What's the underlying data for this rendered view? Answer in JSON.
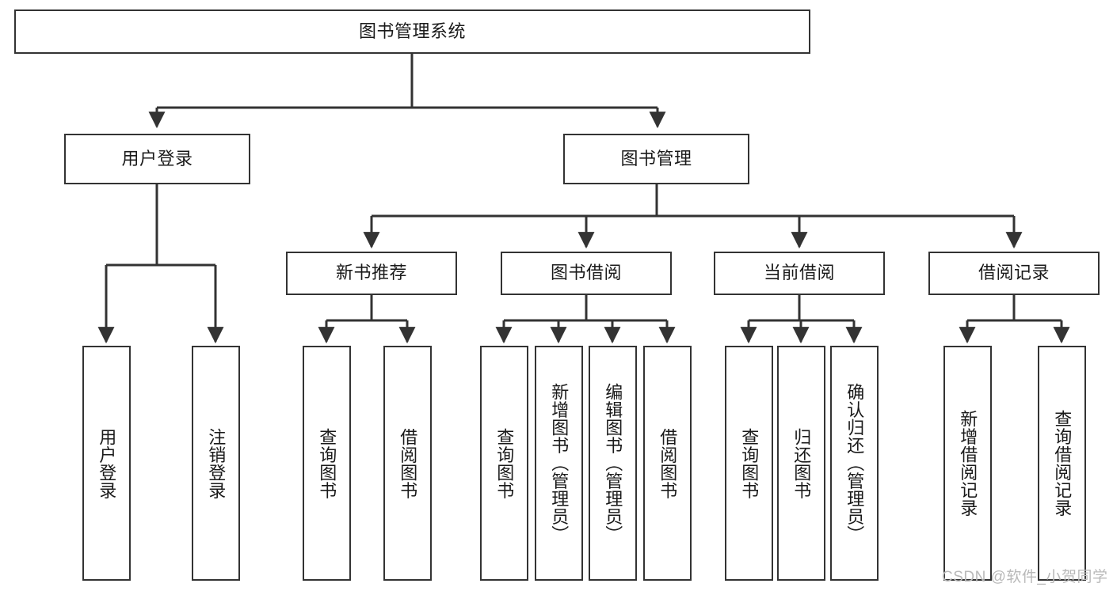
{
  "diagram": {
    "title": "图书管理系统",
    "type": "tree",
    "root": {
      "label": "图书管理系统"
    },
    "level2": [
      {
        "label": "用户登录"
      },
      {
        "label": "图书管理"
      }
    ],
    "level3": [
      {
        "label": "新书推荐"
      },
      {
        "label": "图书借阅"
      },
      {
        "label": "当前借阅"
      },
      {
        "label": "借阅记录"
      }
    ],
    "leaves": {
      "user_login": [
        {
          "label": "用户登录"
        },
        {
          "label": "注销登录"
        }
      ],
      "new_book_recommend": [
        {
          "label": "查询图书"
        },
        {
          "label": "借阅图书"
        }
      ],
      "book_borrow": [
        {
          "label": "查询图书"
        },
        {
          "label": "新增图书（管理员）"
        },
        {
          "label": "编辑图书（管理员）"
        },
        {
          "label": "借阅图书"
        }
      ],
      "current_borrow": [
        {
          "label": "查询图书"
        },
        {
          "label": "归还图书"
        },
        {
          "label": "确认归还（管理员）"
        }
      ],
      "borrow_record": [
        {
          "label": "新增借阅记录"
        },
        {
          "label": "查询借阅记录"
        }
      ]
    }
  },
  "watermark": {
    "text": "CSDN @软件_小贺同学"
  },
  "colors": {
    "stroke": "#333333",
    "box_fill": "#ffffff",
    "text": "#1a1a1a",
    "watermark": "#b9b9b9"
  }
}
